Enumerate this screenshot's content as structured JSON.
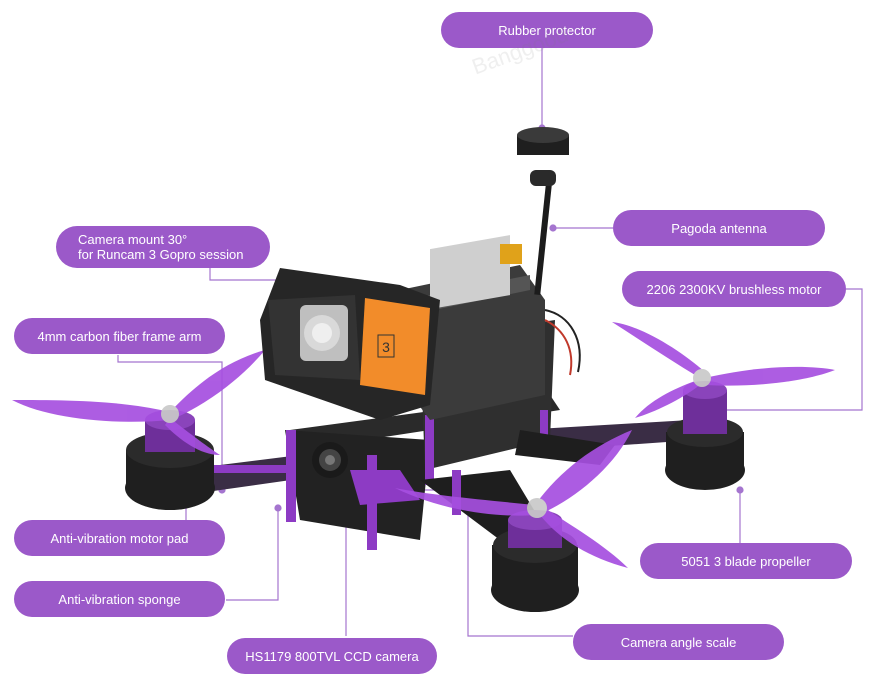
{
  "watermark": "Banggood",
  "callouts": {
    "rubber_protector": "Rubber protector",
    "pagoda_antenna": "Pagoda antenna",
    "camera_mount_line1": "Camera mount 30°",
    "camera_mount_line2": "for Runcam 3 Gopro session",
    "motor": "2206 2300KV brushless motor",
    "frame_arm": "4mm carbon fiber frame arm",
    "motor_pad": "Anti-vibration motor pad",
    "sponge": "Anti-vibration sponge",
    "propeller": "5051 3 blade propeller",
    "ccd_camera": "HS1179 800TVL CCD camera",
    "angle_scale": "Camera angle scale"
  },
  "camera_case_mark": "3",
  "colors": {
    "callout_fill": "#9b59c9",
    "leader_line": "#a575cf",
    "propeller": "#a64fe0",
    "carbon": "#2a2a2a",
    "motor_purple": "#7b3fa8",
    "camera_orange": "#f28c2a"
  }
}
